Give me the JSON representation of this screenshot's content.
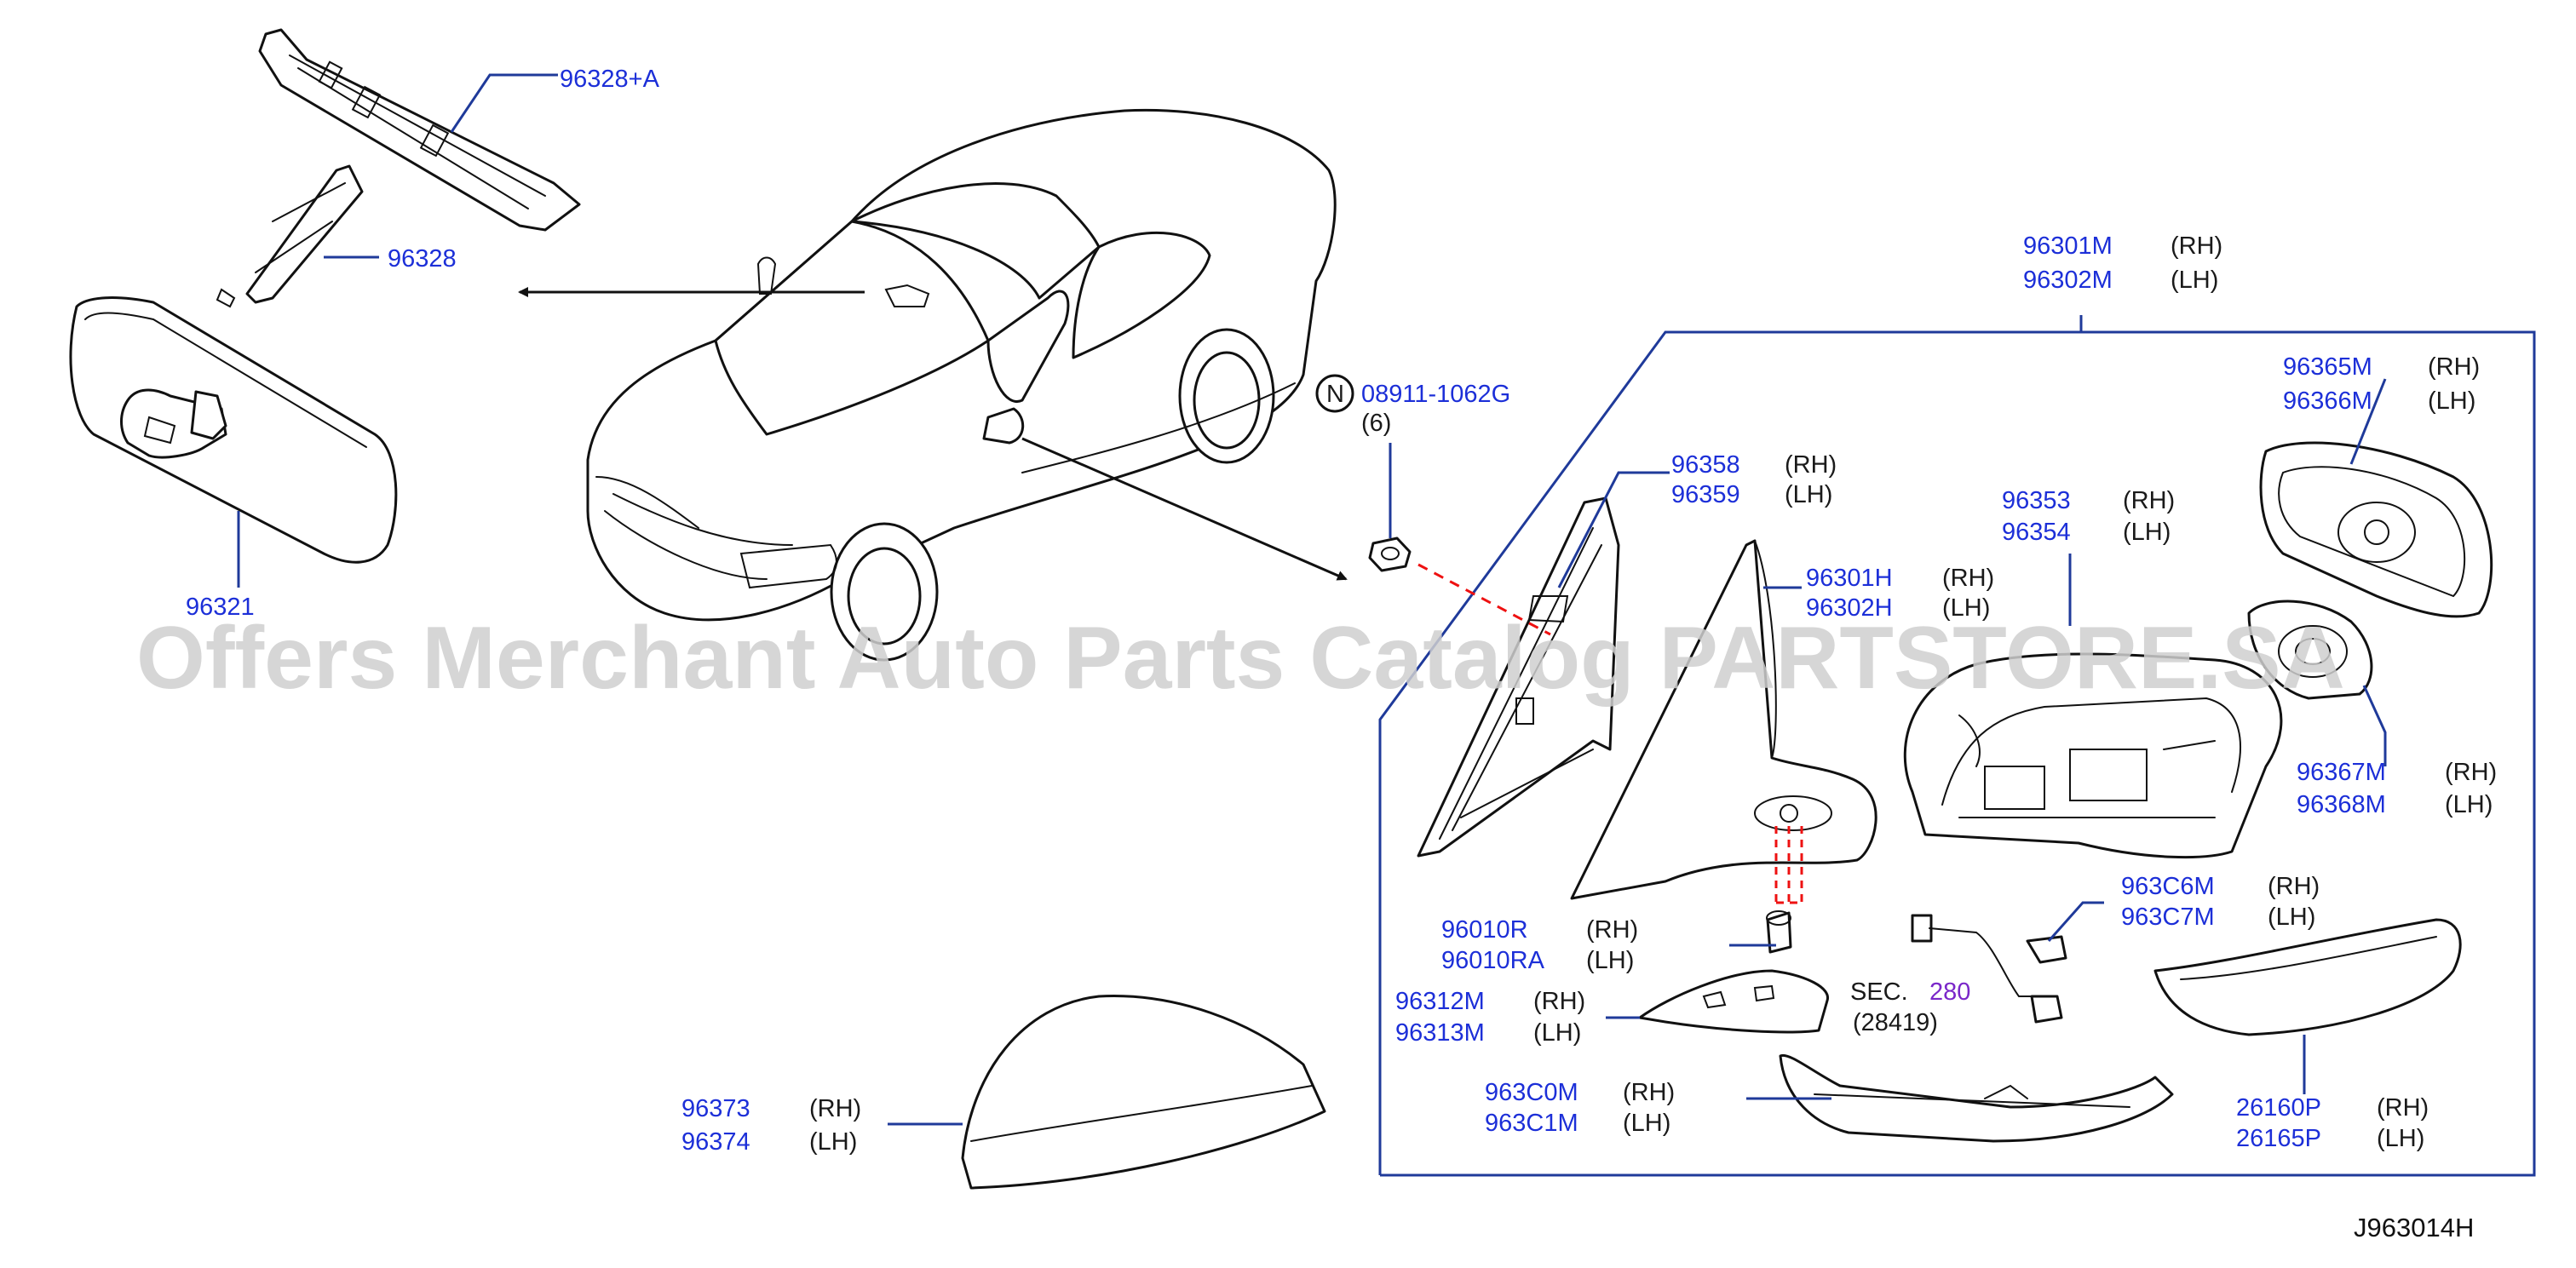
{
  "diagram_code": "J963014H",
  "watermark": "Offers Merchant Auto Parts Catalog PARTSTORE.SA",
  "callouts": {
    "c96328a": {
      "num": "96328+A"
    },
    "c96328": {
      "num": "96328"
    },
    "c96321": {
      "num": "96321"
    },
    "c08911": {
      "circle": "N",
      "num": "08911-1062G",
      "qty": "(6)"
    },
    "c96301m": {
      "num": "96301M",
      "side": "(RH)",
      "num2": "96302M",
      "side2": "(LH)"
    },
    "c96365m": {
      "num": "96365M",
      "side": "(RH)",
      "num2": "96366M",
      "side2": "(LH)"
    },
    "c96358": {
      "num": "96358",
      "side": "(RH)",
      "num2": "96359",
      "side2": "(LH)"
    },
    "c96353": {
      "num": "96353",
      "side": "(RH)",
      "num2": "96354",
      "side2": "(LH)"
    },
    "c96301h": {
      "num": "96301H",
      "side": "(RH)",
      "num2": "96302H",
      "side2": "(LH)"
    },
    "c96367m": {
      "num": "96367M",
      "side": "(RH)",
      "num2": "96368M",
      "side2": "(LH)"
    },
    "c963c6m": {
      "num": "963C6M",
      "side": "(RH)",
      "num2": "963C7M",
      "side2": "(LH)"
    },
    "c96010r": {
      "num": "96010R",
      "side": "(RH)",
      "num2": "96010RA",
      "side2": "(LH)"
    },
    "c96312m": {
      "num": "96312M",
      "side": "(RH)",
      "num2": "96313M",
      "side2": "(LH)"
    },
    "c963c0m": {
      "num": "963C0M",
      "side": "(RH)",
      "num2": "963C1M",
      "side2": "(LH)"
    },
    "c26160p": {
      "num": "26160P",
      "side": "(RH)",
      "num2": "26165P",
      "side2": "(LH)"
    },
    "c96373": {
      "num": "96373",
      "side": "(RH)",
      "num2": "96374",
      "side2": "(LH)"
    },
    "sec": {
      "label": "SEC.",
      "ref": "280",
      "sub": "(28419)"
    }
  }
}
